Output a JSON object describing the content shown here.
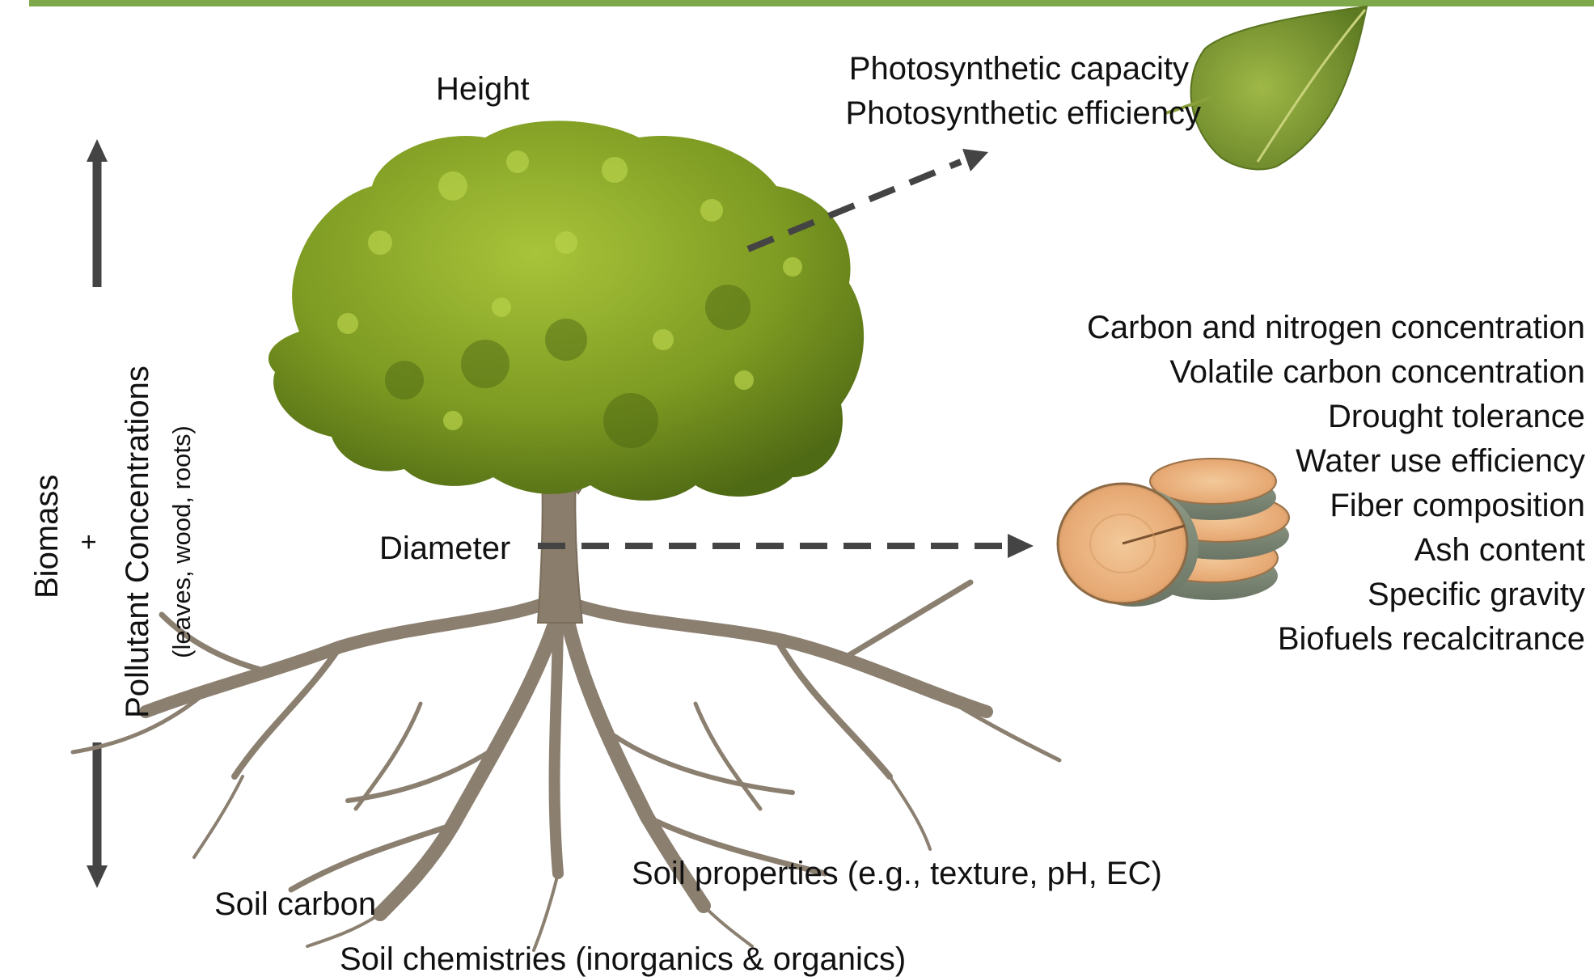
{
  "colors": {
    "top_bar": "#7ea84a",
    "arrow": "#444444",
    "foliage": "#7a9a1f",
    "trunk": "#8b7d6b"
  },
  "labels": {
    "height": "Height",
    "diameter": "Diameter",
    "leaf_traits": [
      "Photosynthetic capacity",
      "Photosynthetic efficiency"
    ],
    "wood_traits": [
      "Carbon and nitrogen concentration",
      "Volatile carbon concentration",
      "Drought tolerance",
      "Water use efficiency",
      "Fiber composition",
      "Ash content",
      "Specific gravity",
      "Biofuels recalcitrance"
    ],
    "soil_carbon": "Soil carbon",
    "soil_properties": "Soil properties (e.g., texture, pH, EC)",
    "soil_chemistries": "Soil chemistries (inorganics & organics)",
    "side": {
      "biomass": "Biomass",
      "plus": "+",
      "pollutant": "Pollutant Concentrations",
      "tissues": "(leaves, wood, roots)"
    }
  },
  "icons": [
    "tree-icon",
    "root-system-icon",
    "leaf-icon",
    "wood-discs-icon",
    "up-arrow-icon",
    "down-arrow-icon"
  ]
}
